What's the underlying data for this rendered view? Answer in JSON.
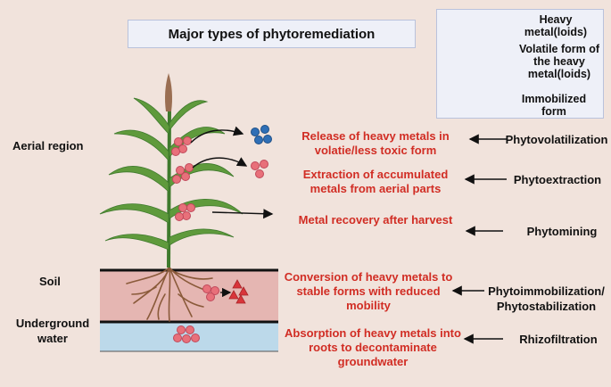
{
  "title": "Major types of phytoremediation",
  "legend": {
    "heavy_metal": "Heavy metal(loids)",
    "volatile": "Volatile form of the heavy metal(loids)",
    "immobilized": "Immobilized form"
  },
  "regions": {
    "aerial": "Aerial region",
    "soil": "Soil",
    "underground": "Underground water"
  },
  "processes": [
    "Release of heavy metals in volatie/less toxic form",
    "Extraction of accumulated metals from aerial parts",
    "Metal recovery after harvest",
    "Conversion of heavy metals to stable forms with reduced mobility",
    "Absorption of heavy metals into roots to decontaminate groundwater"
  ],
  "methods": [
    "Phytovolatilization",
    "Phytoextraction",
    "Phytomining",
    "Phytoimmobilization/ Phytostabilization",
    "Rhizofiltration"
  ],
  "colors": {
    "background": "#f1e3dc",
    "heavy_metal": "#e8707a",
    "volatile": "#2f6fb6",
    "immobilized": "#d9343a",
    "process_text": "#d12d24",
    "soil": "#e5b6b2",
    "water": "#bcd9ea"
  }
}
